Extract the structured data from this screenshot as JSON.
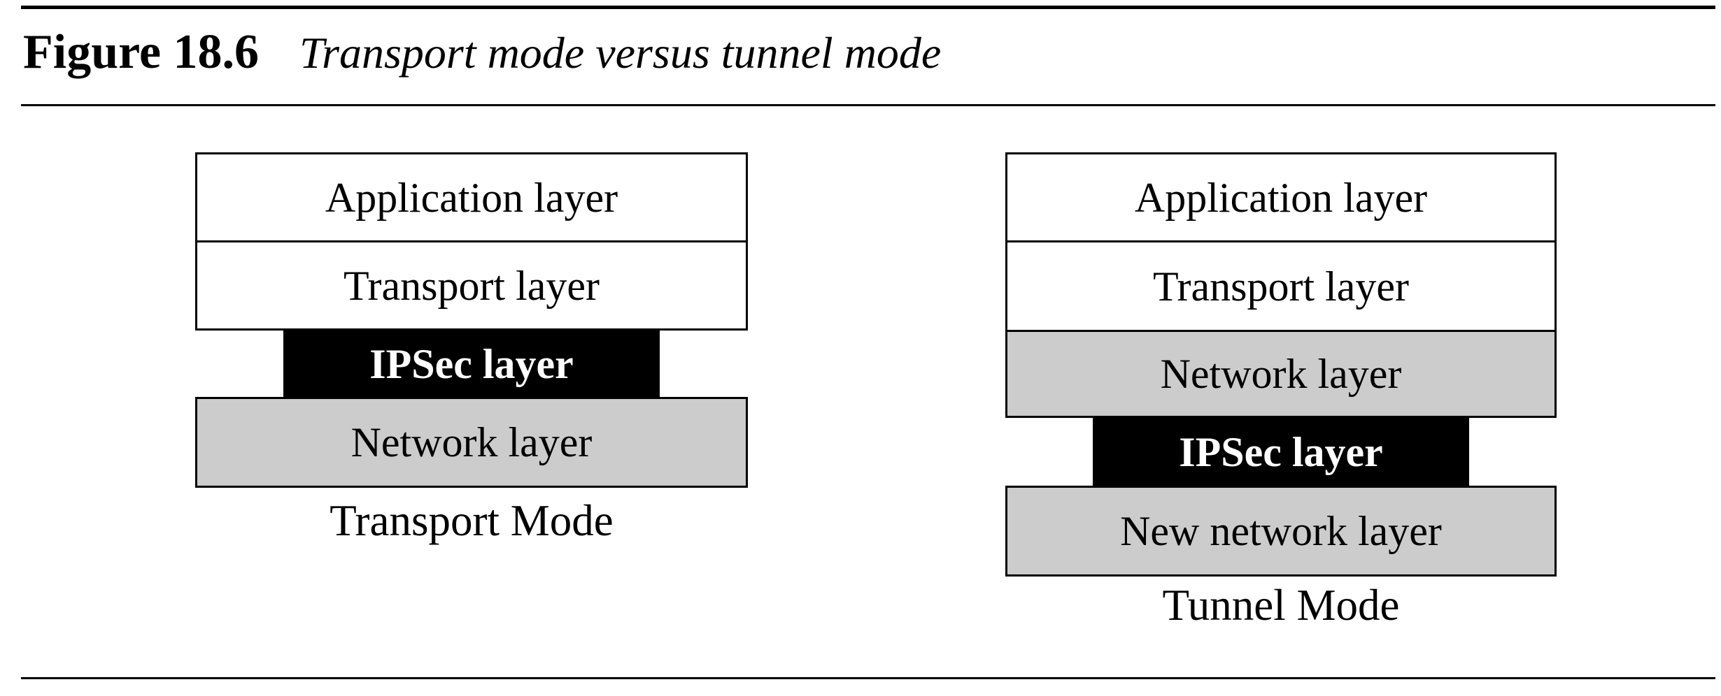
{
  "figure": {
    "label": "Figure 18.6",
    "title": "Transport mode versus tunnel mode"
  },
  "transport_mode": {
    "caption": "Transport Mode",
    "layers": [
      {
        "label": "Application layer",
        "type": "plain"
      },
      {
        "label": "Transport layer",
        "type": "plain"
      },
      {
        "label": "IPSec layer",
        "type": "ipsec"
      },
      {
        "label": "Network layer",
        "type": "shaded"
      }
    ]
  },
  "tunnel_mode": {
    "caption": "Tunnel Mode",
    "layers": [
      {
        "label": "Application layer",
        "type": "plain"
      },
      {
        "label": "Transport layer",
        "type": "plain"
      },
      {
        "label": "Network layer",
        "type": "shaded"
      },
      {
        "label": "IPSec layer",
        "type": "ipsec"
      },
      {
        "label": "New network layer",
        "type": "shaded"
      }
    ]
  },
  "colors": {
    "shaded_layer": "#cccccc",
    "ipsec_background": "#000000",
    "ipsec_text": "#ffffff",
    "border_and_rules": "#000000",
    "background": "#ffffff"
  }
}
